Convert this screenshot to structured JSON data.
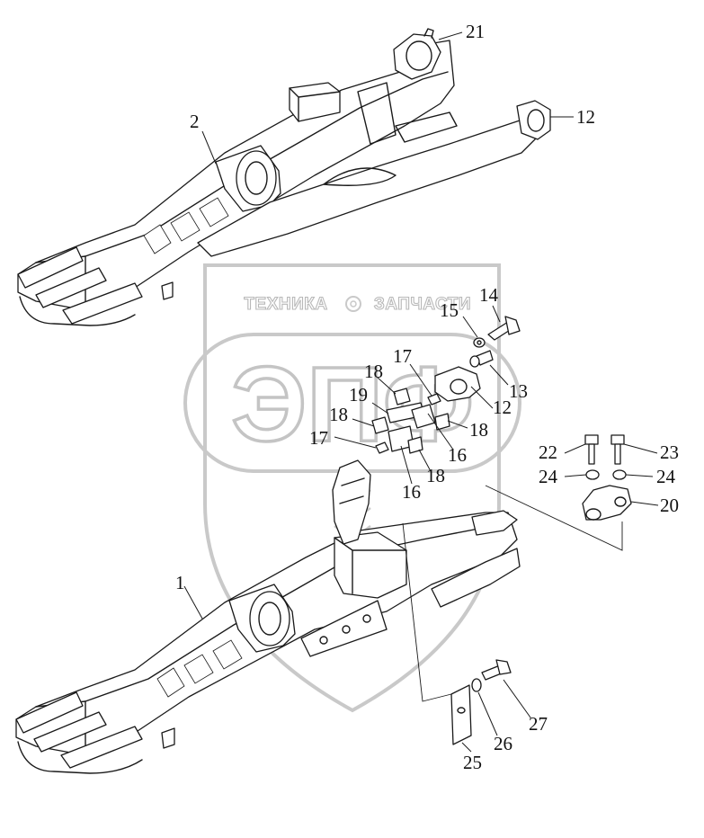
{
  "watermark": {
    "left_word": "ТЕХНИКА",
    "right_word": "ЗАПЧАСТИ",
    "emblem_letters": "ЭПФ",
    "colors": {
      "outline": "#c4c4c4",
      "fill": "#ffffff"
    }
  },
  "callouts": [
    {
      "id": "c21",
      "label": "21"
    },
    {
      "id": "c2",
      "label": "2"
    },
    {
      "id": "c12a",
      "label": "12"
    },
    {
      "id": "c14",
      "label": "14"
    },
    {
      "id": "c15",
      "label": "15"
    },
    {
      "id": "c17a",
      "label": "17"
    },
    {
      "id": "c13",
      "label": "13"
    },
    {
      "id": "c18a",
      "label": "18"
    },
    {
      "id": "c19",
      "label": "19"
    },
    {
      "id": "c12b",
      "label": "12"
    },
    {
      "id": "c18b",
      "label": "18"
    },
    {
      "id": "c18c",
      "label": "18"
    },
    {
      "id": "c17b",
      "label": "17"
    },
    {
      "id": "c16a",
      "label": "16"
    },
    {
      "id": "c18d",
      "label": "18"
    },
    {
      "id": "c16b",
      "label": "16"
    },
    {
      "id": "c22",
      "label": "22"
    },
    {
      "id": "c23",
      "label": "23"
    },
    {
      "id": "c24a",
      "label": "24"
    },
    {
      "id": "c24b",
      "label": "24"
    },
    {
      "id": "c20",
      "label": "20"
    },
    {
      "id": "c1",
      "label": "1"
    },
    {
      "id": "c27",
      "label": "27"
    },
    {
      "id": "c26",
      "label": "26"
    },
    {
      "id": "c25",
      "label": "25"
    }
  ]
}
